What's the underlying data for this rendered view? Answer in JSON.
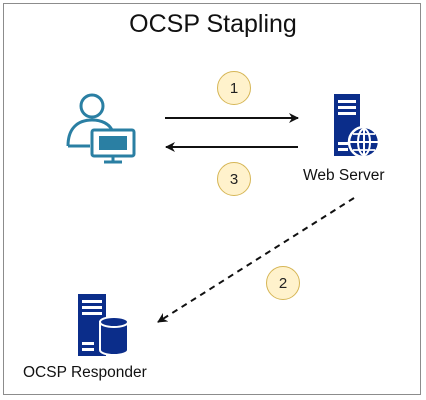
{
  "title": "OCSP Stapling",
  "nodes": {
    "client": {
      "icon": "user-computer-icon"
    },
    "web_server": {
      "label": "Web Server",
      "icon": "web-server-icon"
    },
    "ocsp_responder": {
      "label": "OCSP Responder",
      "icon": "database-server-icon"
    }
  },
  "steps": [
    {
      "number": "1",
      "from": "client",
      "to": "web_server"
    },
    {
      "number": "2",
      "from": "web_server",
      "to": "ocsp_responder",
      "style": "dashed"
    },
    {
      "number": "3",
      "from": "web_server",
      "to": "client"
    }
  ],
  "colors": {
    "icon_blue": "#0b2d8a",
    "icon_teal": "#2a7fa3",
    "badge_fill": "#fff2cc",
    "badge_border": "#d6b656",
    "border": "#8c8c8c"
  }
}
